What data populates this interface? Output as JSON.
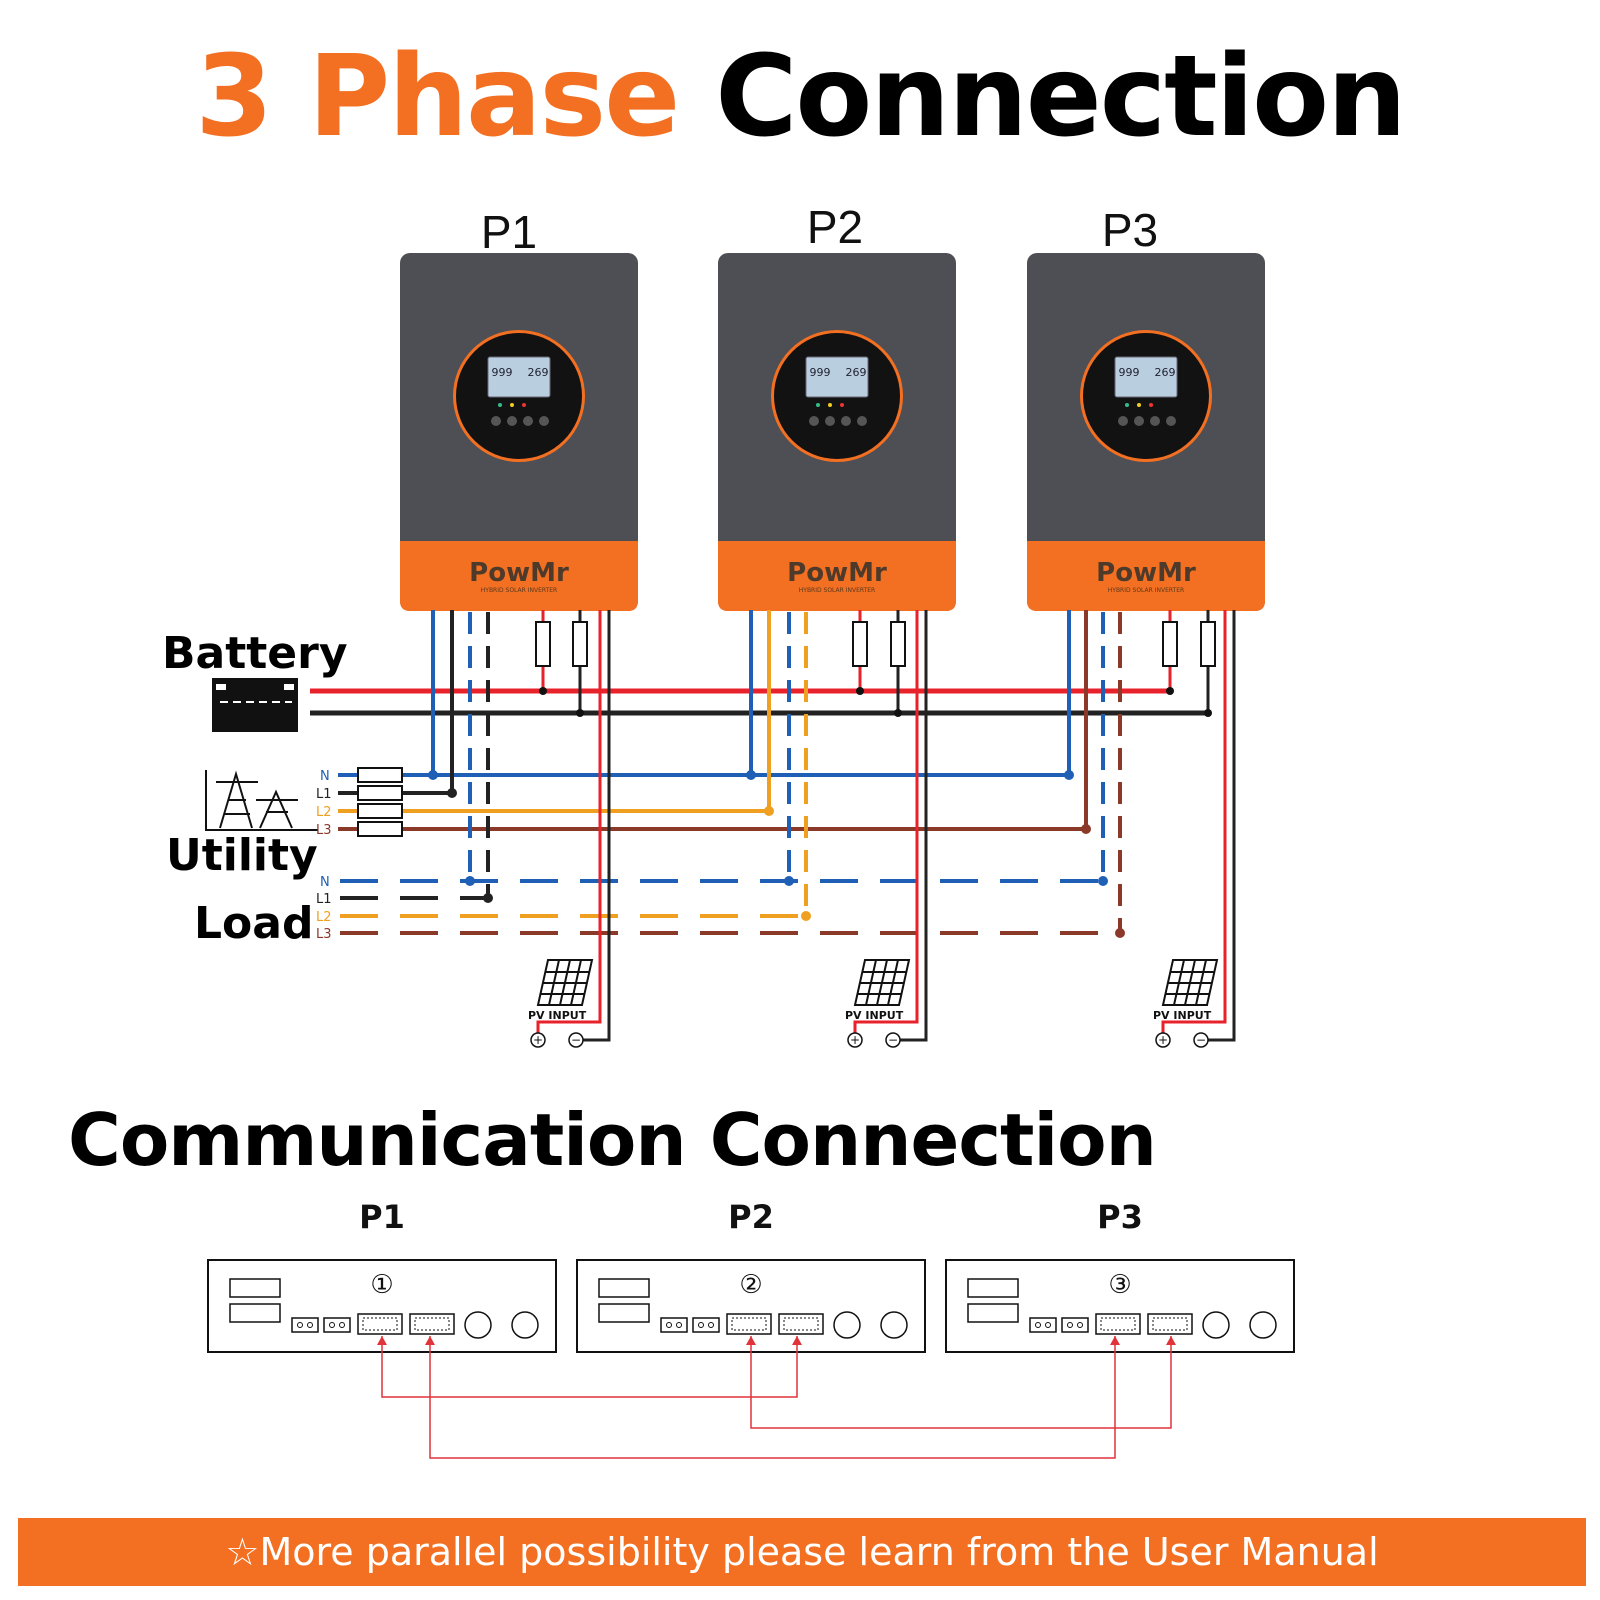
{
  "title": {
    "accent": "3 Phase",
    "rest": "Connection"
  },
  "units": [
    {
      "label": "P1",
      "brand": "PowMr",
      "subtitle": "HYBRID SOLAR INVERTER",
      "lcd_left": "999",
      "lcd_right": "269"
    },
    {
      "label": "P2",
      "brand": "PowMr",
      "subtitle": "HYBRID SOLAR INVERTER",
      "lcd_left": "999",
      "lcd_right": "269"
    },
    {
      "label": "P3",
      "brand": "PowMr",
      "subtitle": "HYBRID SOLAR INVERTER",
      "lcd_left": "999",
      "lcd_right": "269"
    }
  ],
  "labels": {
    "battery": "Battery",
    "utility": "Utility",
    "load": "Load",
    "pv_input": "PV INPUT",
    "plus": "+",
    "minus": "−"
  },
  "phases": [
    "N",
    "L1",
    "L2",
    "L3"
  ],
  "colors": {
    "accent": "#f36f21",
    "n": "#1f5fb5",
    "l1": "#222222",
    "l2": "#f0a020",
    "l3": "#8b3a2a",
    "battery_pos": "#e8222b",
    "battery_neg": "#222222",
    "comm_line": "#e0333a"
  },
  "comm": {
    "title": "Communication Connection",
    "units": [
      {
        "label": "P1",
        "number": "①"
      },
      {
        "label": "P2",
        "number": "②"
      },
      {
        "label": "P3",
        "number": "③"
      }
    ]
  },
  "footer": "☆More parallel possibility please learn from the User Manual"
}
